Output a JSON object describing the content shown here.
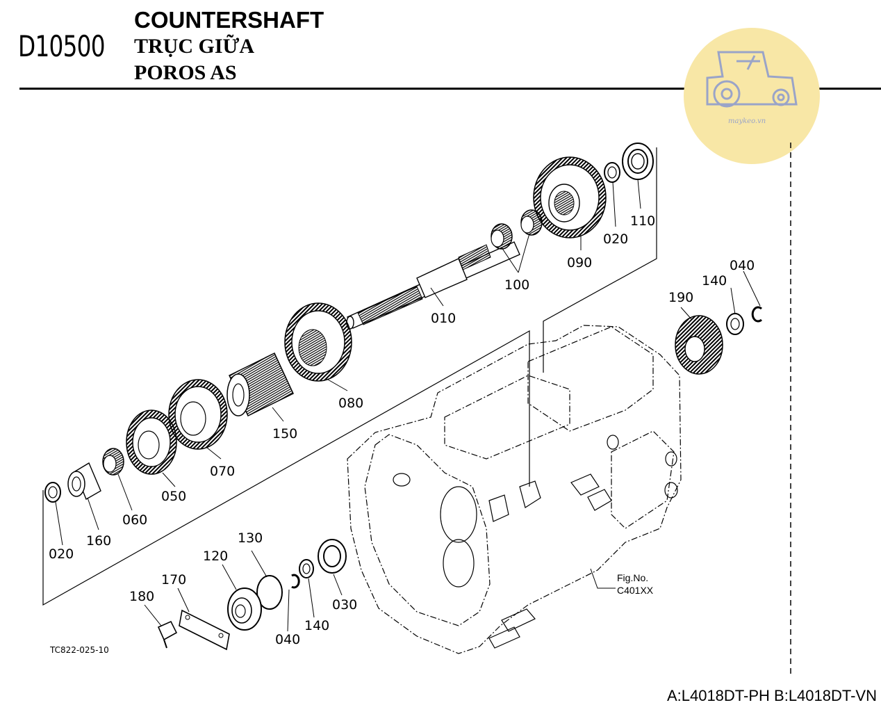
{
  "header": {
    "code": "D10500",
    "title_en": "COUNTERSHAFT",
    "title_vi": "TRỤC GIỮA",
    "title_id": "POROS AS"
  },
  "logo": {
    "text": "maykeo.vn",
    "icon": "tractor-icon",
    "color": "#f8e7a6"
  },
  "figure": {
    "label": "Fig.No.",
    "number": "C401XX"
  },
  "drawing_code": "TC822-025-10",
  "models": "A:L4018DT-PH B:L4018DT-VN",
  "parts": [
    {
      "id": "p110",
      "label": "110"
    },
    {
      "id": "p020a",
      "label": "020"
    },
    {
      "id": "p090",
      "label": "090"
    },
    {
      "id": "p100",
      "label": "100"
    },
    {
      "id": "p010",
      "label": "010"
    },
    {
      "id": "p080",
      "label": "080"
    },
    {
      "id": "p150",
      "label": "150"
    },
    {
      "id": "p070",
      "label": "070"
    },
    {
      "id": "p050",
      "label": "050"
    },
    {
      "id": "p060",
      "label": "060"
    },
    {
      "id": "p160",
      "label": "160"
    },
    {
      "id": "p020b",
      "label": "020"
    },
    {
      "id": "p040a",
      "label": "040"
    },
    {
      "id": "p140a",
      "label": "140"
    },
    {
      "id": "p190",
      "label": "190"
    },
    {
      "id": "p130",
      "label": "130"
    },
    {
      "id": "p120",
      "label": "120"
    },
    {
      "id": "p170",
      "label": "170"
    },
    {
      "id": "p180",
      "label": "180"
    },
    {
      "id": "p040b",
      "label": "040"
    },
    {
      "id": "p140b",
      "label": "140"
    },
    {
      "id": "p030",
      "label": "030"
    }
  ]
}
